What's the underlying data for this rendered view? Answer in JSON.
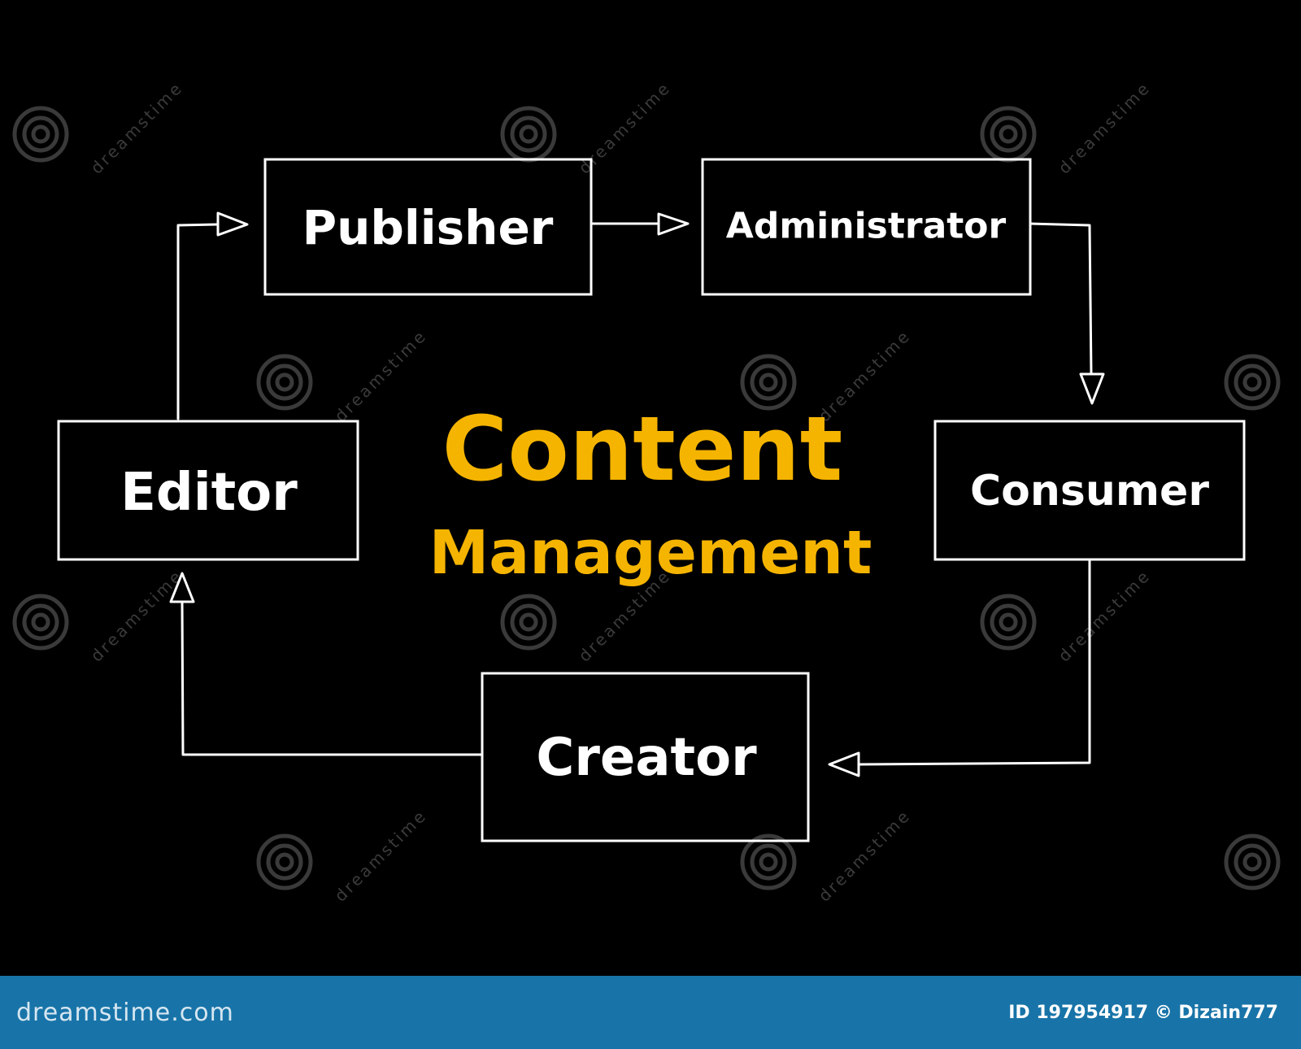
{
  "diagram": {
    "title_line1": "Content",
    "title_line2": "Management",
    "nodes": {
      "publisher": "Publisher",
      "administrator": "Administrator",
      "consumer": "Consumer",
      "creator": "Creator",
      "editor": "Editor"
    },
    "colors": {
      "background": "#000000",
      "box_stroke": "#ffffff",
      "title": "#f5b400",
      "footer": "#1874a8"
    }
  },
  "watermark": {
    "text": "dreamstime"
  },
  "footer": {
    "brand": "dreamstime.com",
    "credit": "ID 197954917 © Dizain777"
  }
}
